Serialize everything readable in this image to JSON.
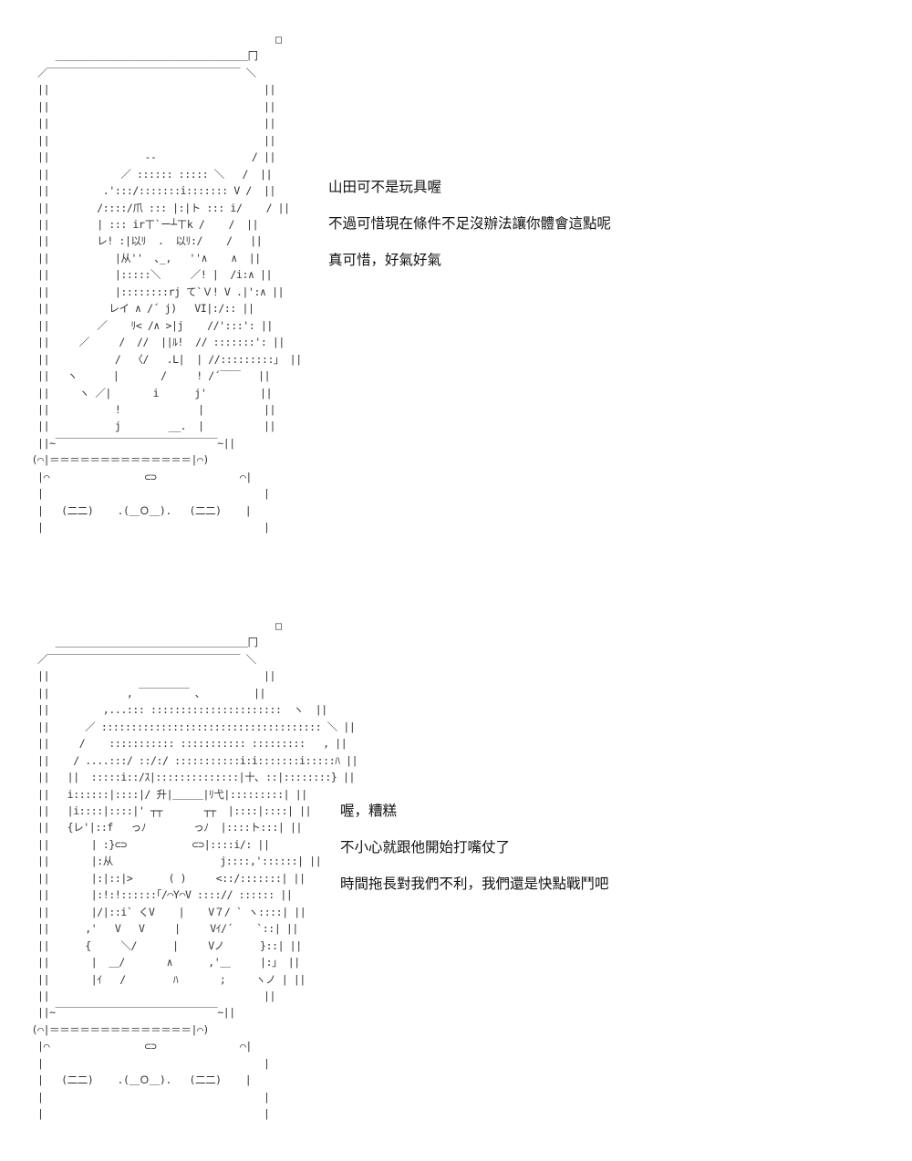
{
  "panels": [
    {
      "art": [
        "                                          □",
        "     ＿＿＿＿＿＿＿＿＿＿＿＿＿＿＿＿＿＿＿冂",
        "  ／￣￣￣￣￣￣￣￣￣￣￣￣￣￣￣￣￣￣￣ ＼",
        "  ||                                    ||",
        "  ||                                    ||",
        "  ||                                    ||",
        "  ||                                    ||",
        "  ||                --                / ||",
        "  ||            ／ :::::: ::::: ＼   /  ||",
        "  ||         .':::/:::::::i::::::: V /  ||",
        "  ||        /::::/爪 ::: |:|ト ::: i/    / ||",
        "  ||        | ::: irㄒ`ー┴ㄒk /    /  ||",
        "  ||        レ! :|以ﾘ  .  以ﾘ:/    /   ||",
        "  ||           |从''  ､_,   ''∧    ∧  ||",
        "  ||           |:::::＼     ／! |  /i:∧ ||",
        "  ||           |::::::::rj て`Ｖ! V .|':∧ ||",
        "  ||          レイ ∧ /´ j)   VI|:/:: ||",
        "  ||        ／    ﾘ< /∧ >|j    //':::': ||",
        "  ||     ／     /  //  ||ﾙ!  // :::::::': ||",
        "  ||           /  〈/   .L|  | //:::::::::」 ||",
        "  ||   ヽ      |       /     ! /´￣￣   ||",
        "  ||     ヽ ／|       i      j'         ||",
        "  ||           !             |          ||",
        "  ||           j        __.  |          ||",
        "  ||~￣￣￣￣￣￣￣￣￣￣￣￣￣￣￣￣~||",
        " (⌒|＝＝＝＝＝＝＝＝＝＝＝＝＝＝|⌒)",
        "  |⌒                ⊂⊃              ⌒|",
        "  |                                     |",
        "  |   (二二)    .(＿Ｏ＿).   (二二)    |",
        "  |                                     |"
      ],
      "dialogue": [
        "山田可不是玩具喔",
        "不過可惜現在條件不足沒辦法讓你體會這點呢",
        "真可惜，好氣好氣"
      ]
    },
    {
      "art": [
        "                                          □",
        "     ＿＿＿＿＿＿＿＿＿＿＿＿＿＿＿＿＿＿＿冂",
        "  ／￣￣￣￣￣￣￣￣￣￣￣￣￣￣￣￣￣￣￣ ＼",
        "  ||                                    ||",
        "  ||             , ￣￣￣￣￣ ､         ||",
        "  ||         ,...::: ::::::::::::::::::::::  ヽ  ||",
        "  ||      ／ ::::::::::::::::::::::::::::::::::::: ＼ ||",
        "  ||     /    ::::::::::: ::::::::::: :::::::::   , ||",
        "  ||    / ....:::/ ::/:/ :::::::::::i:i:::::::i:::::ﾊ ||",
        "  ||   ||  :::::i::/ｽ|::::::::::::::|十､ ::|::::::::} ||",
        "  ||   i::::::|::::|/ 升|＿＿＿|ﾘ弋|:::::::::| ||",
        "  ||   |i::::|::::|' ┬┬       ┬┬  |::::|::::| ||",
        "  ||   {レ'|::f   っﾉ        っﾉ  |::::ト:::| ||",
        "  ||       | :}⊂⊃           ⊂⊃|::::i/: ||",
        "  ||       |:从                  j::::,'::::::| ||",
        "  ||       |:|::|>      ( )     <::/:::::::| ||",
        "  ||       |:!:!::::::｢/⌒Y⌒V ::::// :::::: ||",
        "  ||       |/|::i` くV    |    V７/ ` ヽ::::| ||",
        "  ||      ,'   V   V     |     Vｲ/´    `::| ||",
        "  ||      {     ＼/      |     Vノ      }::| ||",
        "  ||       |  ＿/       ∧      ,'＿     |:」 ||",
        "  ||       |ｲ   /        ﾊ       ;     ヽノ | ||",
        "  ||                                    ||",
        "  ||~￣￣￣￣￣￣￣￣￣￣￣￣￣￣￣￣~||",
        " (⌒|＝＝＝＝＝＝＝＝＝＝＝＝＝＝|⌒)",
        "  |⌒                ⊂⊃              ⌒|",
        "  |                                     |",
        "  |   (二二)    .(＿Ｏ＿).   (二二)    |",
        "  |                                     |",
        "  |                                     |"
      ],
      "dialogue": [
        "喔，糟糕",
        "不小心就跟他開始打嘴仗了",
        "時間拖長對我們不利，我們還是快點戰鬥吧"
      ]
    }
  ]
}
